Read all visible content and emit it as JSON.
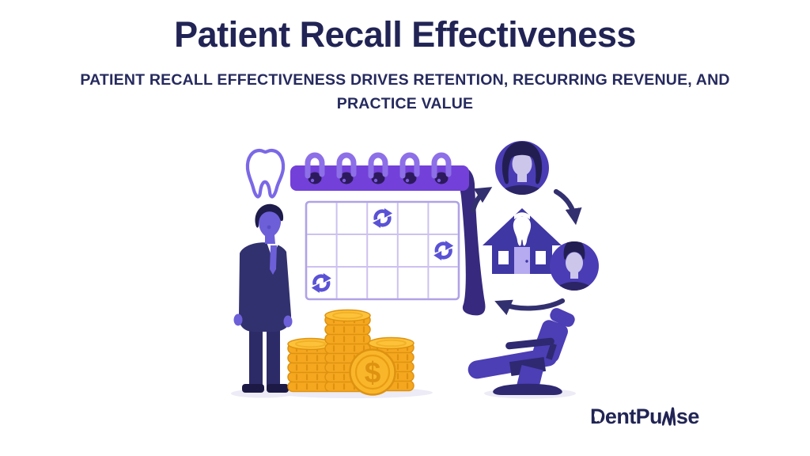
{
  "header": {
    "title": "Patient Recall Effectiveness",
    "subtitle_line1": "PATIENT RECALL EFFECTIVENESS DRIVES RETENTION, RECURRING REVENUE, AND",
    "subtitle_line2": "PRACTICE VALUE"
  },
  "illustration": {
    "coin_symbol": "$",
    "icons": {
      "tooth_outline": "molar-outline-icon",
      "calendar": "recall-calendar-with-refresh-marks",
      "refresh": "recurring-arrows-icon",
      "dentist": "businessman-figure",
      "money": "gold-coin-stacks-with-dollar-coin",
      "cycle": "patient-retention-cycle-arrows",
      "clinic": "dental-clinic-house-icon",
      "patients": [
        "female-patient-avatar",
        "male-patient-avatar"
      ],
      "chair": "dental-chair-icon"
    }
  },
  "branding": {
    "logo_full_name": "DentPulse",
    "logo_prefix": "DentPu",
    "logo_suffix": "se"
  },
  "colors": {
    "heading_navy": "#212454",
    "calendar_purple": "#7340d9",
    "ring_purple": "#8d6fe8",
    "refresh_purple": "#5a52d5",
    "indigo": "#4a3cb5",
    "dark_indigo": "#33306f",
    "curl_purple": "#37297e",
    "face_lavender": "#cbc6ea",
    "skin_purple": "#6c5fd8",
    "suit_navy": "#32316f",
    "coin_gold": "#f5a71f",
    "coin_gold_dark": "#de9210",
    "coin_gold_light": "#fcc23a",
    "shadow_lavender": "#ecebf6",
    "background": "#ffffff"
  }
}
